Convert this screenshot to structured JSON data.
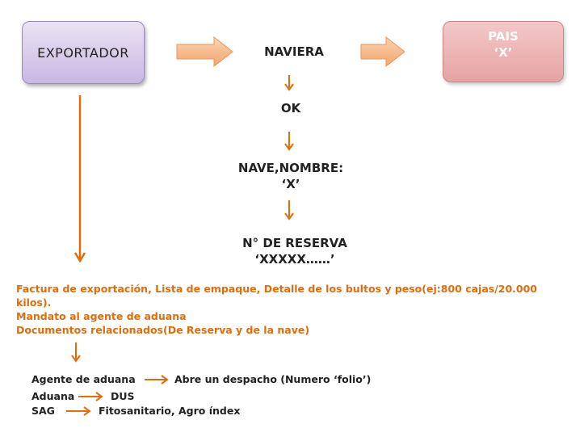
{
  "boxes": {
    "exportador": "EXPORTADOR",
    "naviera": "NAVIERA",
    "pais_line1": "PAIS",
    "pais_line2": "‘X’"
  },
  "chain": {
    "ok": "OK",
    "nave_line1": "NAVE,NOMBRE:",
    "nave_line2": "‘X’",
    "reserva_line1": "N° DE RESERVA",
    "reserva_line2": "‘XXXXX……’"
  },
  "documents": {
    "line1": "Factura de exportación, Lista de empaque, Detalle de los bultos y peso(ej:800 cajas/20.000",
    "line2": "kilos).",
    "line3": "Mandato al agente de aduana",
    "line4": "Documentos relacionados(De Reserva y de la nave)"
  },
  "steps": [
    {
      "left": "Agente de aduana",
      "right": "Abre un despacho (Numero ‘folio’)"
    },
    {
      "left": "Aduana",
      "right": "DUS"
    },
    {
      "left": "SAG",
      "right": "Fitosanitario, Agro índex"
    }
  ],
  "colors": {
    "arrow": "#e36c09",
    "documents_text": "#e36c09",
    "exportador_fill": "#d8cdeb",
    "pais_fill": "#eab2b2"
  }
}
